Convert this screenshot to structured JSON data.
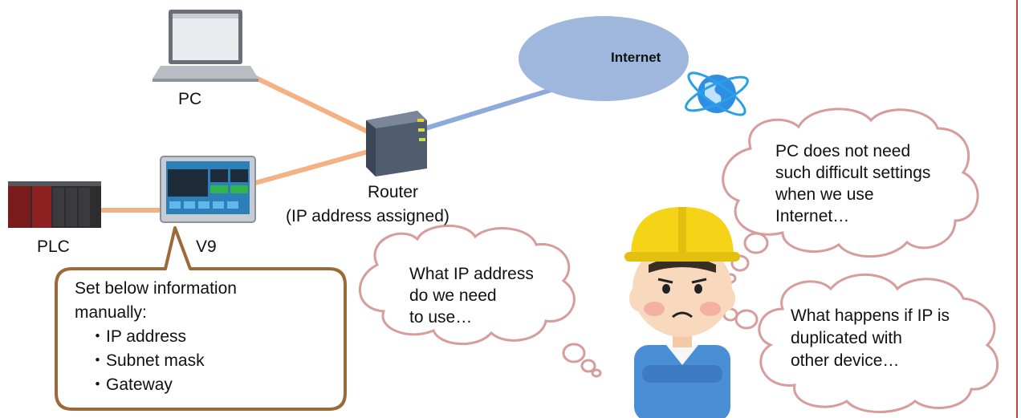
{
  "nodes": {
    "pc": "PC",
    "plc": "PLC",
    "v9": "V9",
    "router": "Router",
    "router_note": "(IP address assigned)",
    "internet": "Internet"
  },
  "callout_v9": {
    "lines": [
      "Set below information",
      "manually:",
      "・IP address",
      "・Subnet mask",
      "・Gateway"
    ]
  },
  "thought_left": {
    "lines": [
      "What IP address",
      "do we need",
      "to use…"
    ]
  },
  "thought_top_right": {
    "lines": [
      "PC does not need",
      "such difficult settings",
      "when we use",
      "Internet…"
    ]
  },
  "thought_bottom_right": {
    "lines": [
      "What happens if IP is",
      "duplicated with",
      "other device…"
    ]
  },
  "colors": {
    "lan_link": "#f4b183",
    "wan_link": "#8eaadb",
    "internet_cloud": "#9fb7dc",
    "callout_border": "#9c6a3a",
    "thought_border": "#d79c9c",
    "helmet": "#f5d316",
    "uniform": "#4a8ed6"
  }
}
